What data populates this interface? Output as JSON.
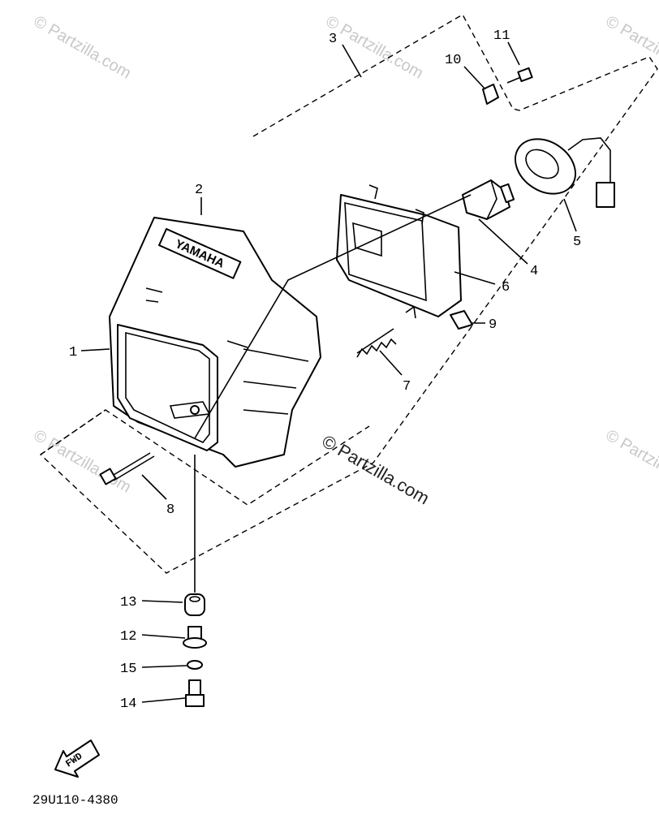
{
  "callouts": {
    "p1": "1",
    "p2": "2",
    "p3": "3",
    "p4": "4",
    "p5": "5",
    "p6": "6",
    "p7": "7",
    "p8": "8",
    "p9": "9",
    "p10": "10",
    "p11": "11",
    "p12": "12",
    "p13": "13",
    "p14": "14",
    "p15": "15"
  },
  "cowl_brand": "YAMAHA",
  "fwd_label": "FWD",
  "diagram_code": "29U110-4380",
  "watermark": {
    "main": "© Partzilla.com",
    "small": "© Partzilla.com"
  }
}
